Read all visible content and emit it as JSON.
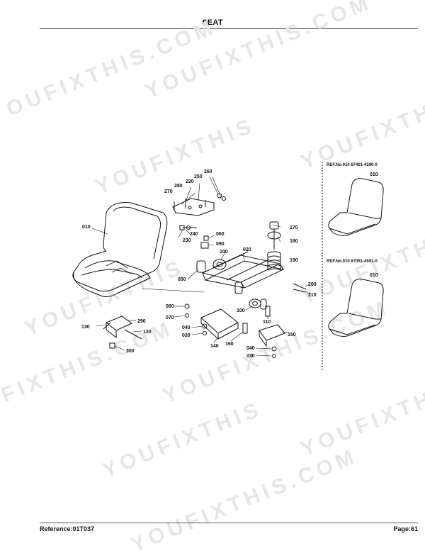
{
  "page_title": "SEAT",
  "footer": {
    "reference": "Reference:01T037",
    "page": "Page:61"
  },
  "watermarks": [
    "YOUFIXTHIS.COM",
    "YOUFIXTHIS.COM",
    "YOUFIXTHIS",
    "YOUFIXTHIS",
    "YOUFIXTHIS",
    "YOUFIXTHIS.COM",
    "YOUFIXTHIS",
    "YOUFIXTHIS",
    "YOUFIXTHIS.COM",
    "YOUFIXTHIS.COM",
    "YOUFIXTHIS"
  ],
  "callouts": {
    "c010": "010",
    "c020": "020",
    "c030a": "030",
    "c030b": "030",
    "c040a": "040",
    "c040b": "040",
    "c050": "050",
    "c060": "060",
    "c070": "070",
    "c080": "080",
    "c090": "090",
    "c100a": "100",
    "c100b": "100",
    "c110": "110",
    "c120": "120",
    "c130": "130",
    "c140": "140",
    "c150": "150",
    "c160": "160",
    "c170": "170",
    "c180": "180",
    "c190": "190",
    "c200": "200",
    "c210": "210",
    "c220": "220",
    "c230": "230",
    "c240": "240",
    "c250": "250",
    "c260": "260",
    "c270": "270",
    "c280": "280",
    "c290": "290",
    "c300": "300"
  },
  "reference_panels": [
    {
      "label": "REF.No.010  67401-4590-0",
      "part": "010"
    },
    {
      "label": "REF.No.010  67051-4591-0",
      "part": "010"
    }
  ]
}
